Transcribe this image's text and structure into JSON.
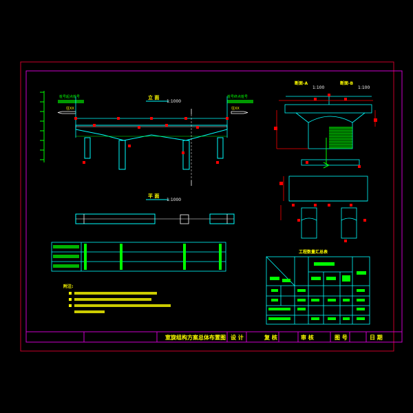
{
  "drawing": {
    "title_block": {
      "drawing_title": "室旋组构方案总体布置图",
      "design": "设 计",
      "review": "复 核",
      "audit": "审 核",
      "drawing_no": "图 号",
      "date": "日 期"
    },
    "elevation": {
      "title": "立 面",
      "scale": "1:1000",
      "left_station": "桩号起点桩号",
      "right_station": "桩号终点桩号",
      "left_dir": "往XX",
      "right_dir": "往XX"
    },
    "plan": {
      "title": "平 面",
      "scale": "1:1000"
    },
    "section_a": {
      "title": "断面-A",
      "scale": "1:100"
    },
    "section_b": {
      "title": "断面-B",
      "scale": "1:100"
    },
    "table_title": "工程数量汇总表",
    "notes_heading": "附注:",
    "colors": {
      "background": "#000000",
      "frame_outer": "#c8002a",
      "frame_inner": "#cc00cc",
      "line": "#00ffff",
      "text": "#00ff00",
      "dim_red": "#ff0000",
      "white": "#ffffff",
      "yellow": "#ffff00"
    }
  }
}
